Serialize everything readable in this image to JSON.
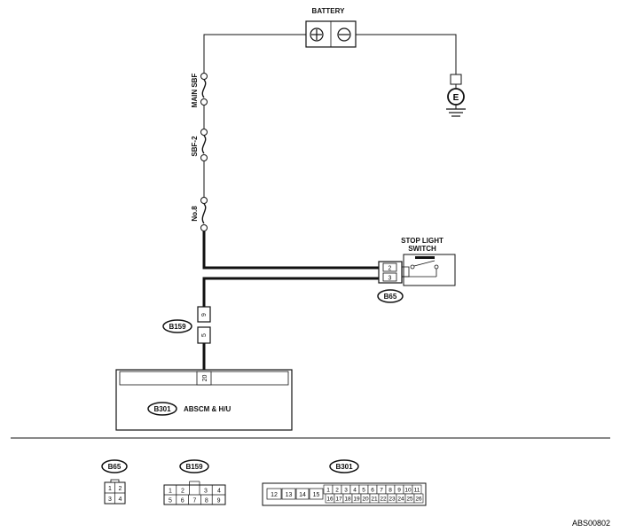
{
  "battery": {
    "label": "BATTERY",
    "plus": "⊕",
    "minus": "⊖"
  },
  "ground": {
    "label": "E"
  },
  "fuses": {
    "main_sbf": "MAIN SBF",
    "sbf2": "SBF-2",
    "no8": "No.8"
  },
  "stop_light_switch": {
    "label_line1": "STOP LIGHT",
    "label_line2": "SWITCH",
    "pin_top": "2",
    "pin_bottom": "3",
    "connector": "B65"
  },
  "b159": {
    "connector": "B159",
    "pin_top": "9",
    "pin_bottom": "5"
  },
  "abscm": {
    "label": "ABSCM & H/U",
    "connector": "B301",
    "pin": "20"
  },
  "legend": {
    "b65": {
      "label": "B65",
      "row1": [
        "1",
        "2"
      ],
      "row2": [
        "3",
        "4"
      ]
    },
    "b159": {
      "label": "B159",
      "row1": [
        "1",
        "2",
        "3",
        "4"
      ],
      "row2": [
        "5",
        "6",
        "7",
        "8",
        "9"
      ]
    },
    "b301": {
      "label": "B301",
      "left": [
        "12",
        "13",
        "14",
        "15"
      ],
      "row1": [
        "1",
        "2",
        "3",
        "4",
        "5",
        "6",
        "7",
        "8",
        "9",
        "10",
        "11"
      ],
      "row2": [
        "16",
        "17",
        "18",
        "19",
        "20",
        "21",
        "22",
        "23",
        "24",
        "25",
        "26"
      ]
    }
  },
  "footer": {
    "code": "ABS00802"
  }
}
